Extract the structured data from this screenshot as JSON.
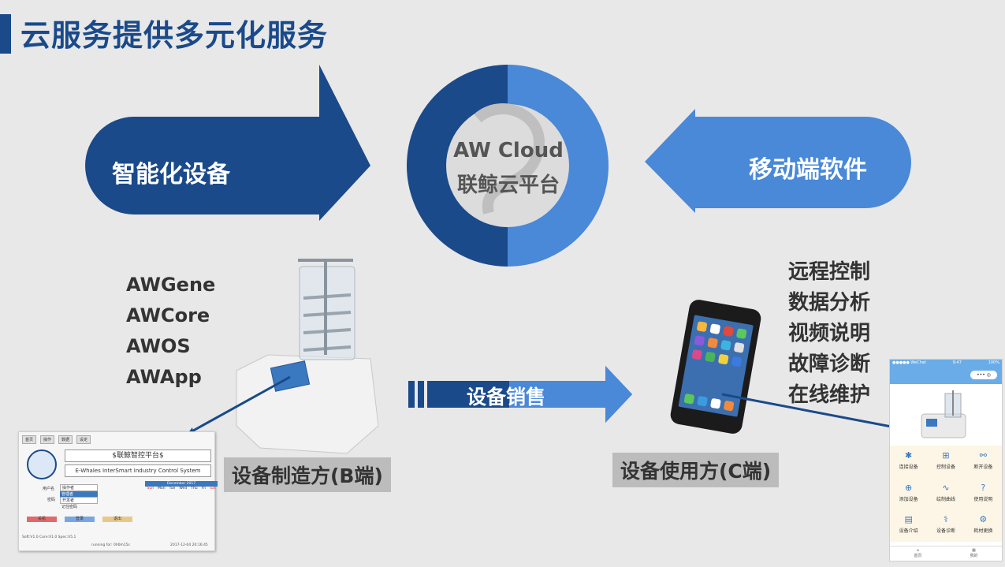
{
  "title": "云服务提供多元化服务",
  "left_arrow": "智能化设备",
  "right_arrow": "移动端软件",
  "cloud": {
    "name_en": "AW Cloud",
    "name_cn": "联鲸云平台"
  },
  "software": [
    "AWGene",
    "AWCore",
    "AWOS",
    "AWApp"
  ],
  "features": [
    "远程控制",
    "数据分析",
    "视频说明",
    "故障诊断",
    "在线维护"
  ],
  "b_side": "设备制造方(B端)",
  "c_side": "设备使用方(C端)",
  "sales": "设备销售",
  "hmi": {
    "tabs": [
      "首页",
      "操作",
      "数据",
      "设定"
    ],
    "title_cn": "$联鲸智控平台$",
    "title_en": "E-Whales InterSmart Industry Control System",
    "user_label": "用户名",
    "pwd_label": "密码",
    "roles": [
      "操作者",
      "管理者",
      "开发者"
    ],
    "remember": "记住密码",
    "buttons": [
      "关机",
      "登录",
      "退出"
    ],
    "calendar": {
      "month": "December",
      "year": "2017",
      "days": [
        "Sun",
        "Mon",
        "Tue",
        "Wed",
        "Thu",
        "Fri",
        "Sat"
      ]
    },
    "footer_versions": "Soft:V1.0    Core:V1.0    Spec:V5.1",
    "running": "running for: 0h0m15s",
    "timestamp": "2017-12-04 20:16:45"
  },
  "app": {
    "carrier": "●●●●● WeChat",
    "time": "9:47",
    "battery": "100%",
    "pill": "••• ◎",
    "menu": [
      "连接设备",
      "控制设备",
      "断开设备",
      "添加设备",
      "绘制曲线",
      "使用说明",
      "设备介绍",
      "设备诊断",
      "耗材更换"
    ],
    "nav": [
      "首页",
      "我的"
    ]
  },
  "colors": {
    "dark_blue": "#1a4a8a",
    "light_blue": "#4a88d8",
    "label_bg": "#bcbcbc"
  }
}
